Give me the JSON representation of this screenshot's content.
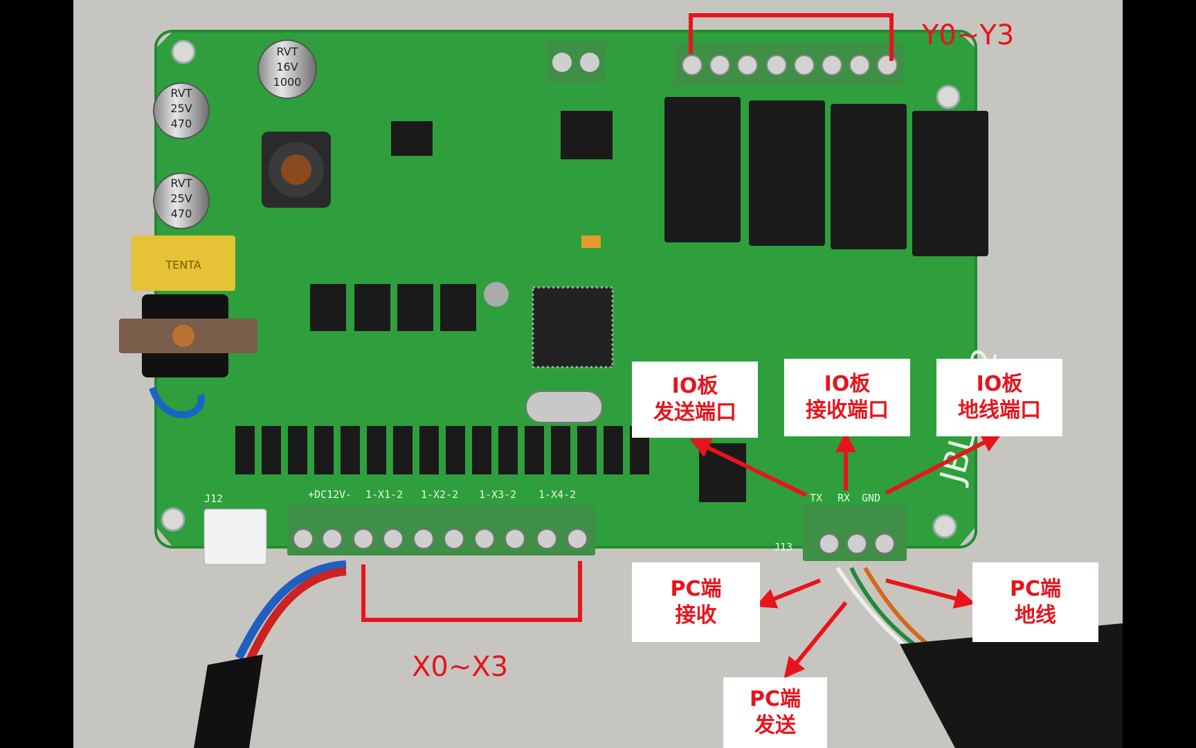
{
  "colors": {
    "annotation": "#e8141c",
    "pcb": "#2e9f3c",
    "terminal": "#3f8f46",
    "relay": "#1b1b1b",
    "frame": "#000000",
    "background": "#c7c5c0"
  },
  "board_silkscreen": {
    "power_terminal": "+DC12V-",
    "input_groups": [
      "1-X1-2",
      "1-X2-2",
      "1-X3-2",
      "1-X4-2"
    ],
    "serial_pins": [
      "TX",
      "RX",
      "GND"
    ],
    "board_name": "JBL 8R-2",
    "connector_j12": "J12",
    "connector_j13": "J13",
    "inductor_brand": "TENTA"
  },
  "capacitors": [
    {
      "value": "470",
      "voltage": "25V",
      "brand": "RVT"
    },
    {
      "value": "470",
      "voltage": "25V",
      "brand": "RVT"
    },
    {
      "value": "1000",
      "voltage": "16V",
      "brand": "RVT"
    }
  ],
  "annotations": {
    "outputs_range": "Y0~Y3",
    "inputs_range": "X0~X3",
    "io_tx": [
      "IO板",
      "发送端口"
    ],
    "io_rx": [
      "IO板",
      "接收端口"
    ],
    "io_gnd": [
      "IO板",
      "地线端口"
    ],
    "pc_rx": [
      "PC端",
      "接收"
    ],
    "pc_gnd": [
      "PC端",
      "地线"
    ],
    "pc_tx": [
      "PC端",
      "发送"
    ]
  }
}
